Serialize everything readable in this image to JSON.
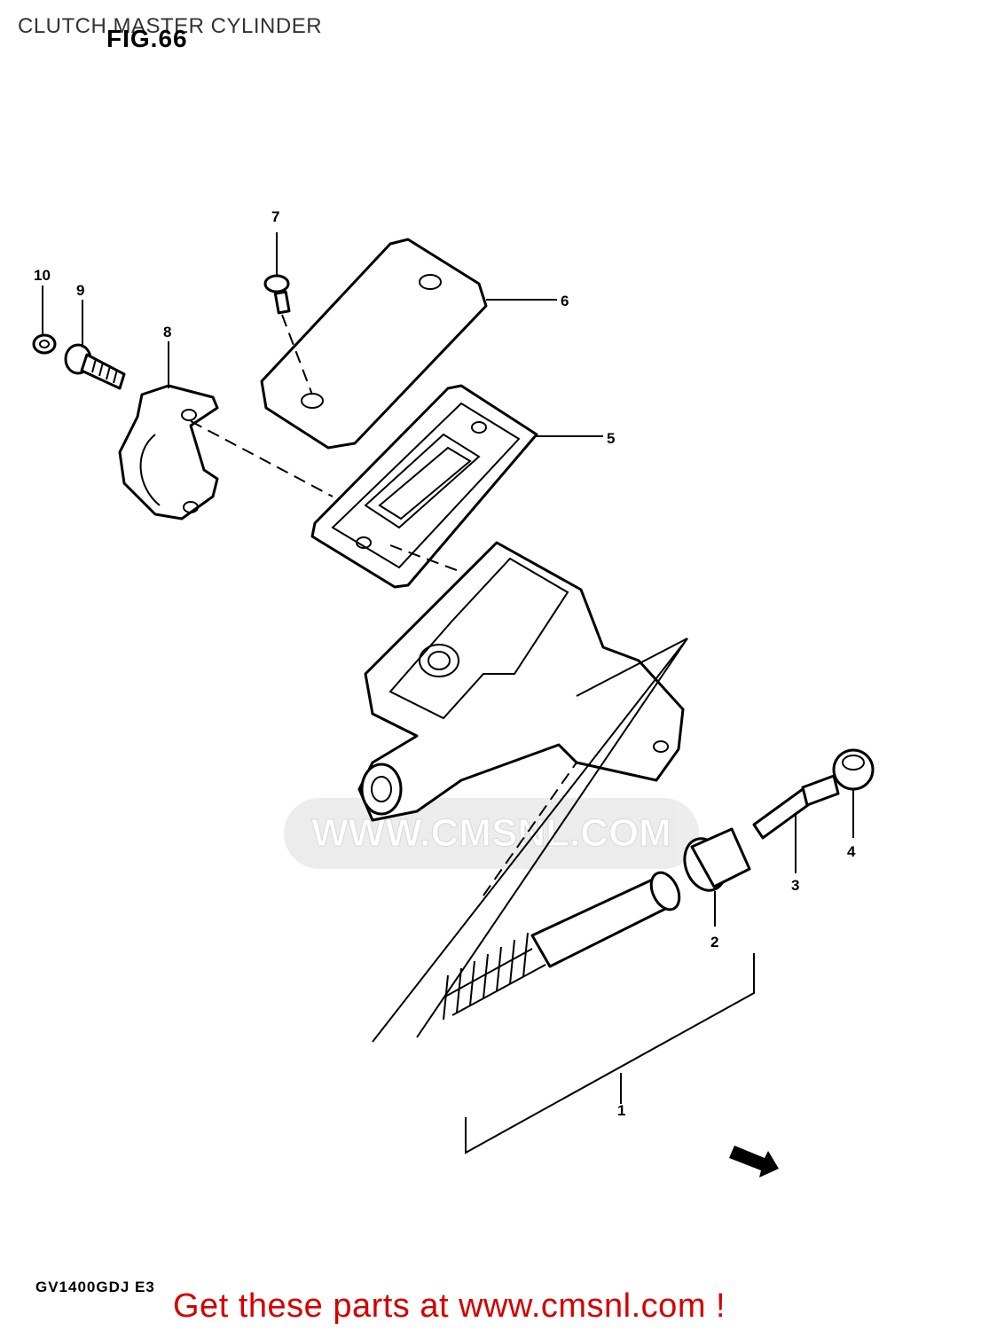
{
  "header": {
    "title": "CLUTCH MASTER CYLINDER",
    "figure": "FIG.66"
  },
  "callouts": [
    {
      "number": "1",
      "part": "master-cylinder-assembly"
    },
    {
      "number": "2",
      "part": "boot"
    },
    {
      "number": "3",
      "part": "union-bolt"
    },
    {
      "number": "4",
      "part": "hose-union"
    },
    {
      "number": "5",
      "part": "diaphragm"
    },
    {
      "number": "6",
      "part": "reservoir-cap"
    },
    {
      "number": "7",
      "part": "cap-screw"
    },
    {
      "number": "8",
      "part": "handlebar-clamp"
    },
    {
      "number": "9",
      "part": "clamp-bolt"
    },
    {
      "number": "10",
      "part": "washer"
    }
  ],
  "watermark": "WWW.CMSNL.COM",
  "footer": {
    "model": "GV1400GDJ E3",
    "cta": "Get these parts at www.cmsnl.com !"
  },
  "colors": {
    "cta": "#d40000",
    "line": "#000000",
    "background": "#ffffff",
    "watermark": "#e8e8e8"
  }
}
